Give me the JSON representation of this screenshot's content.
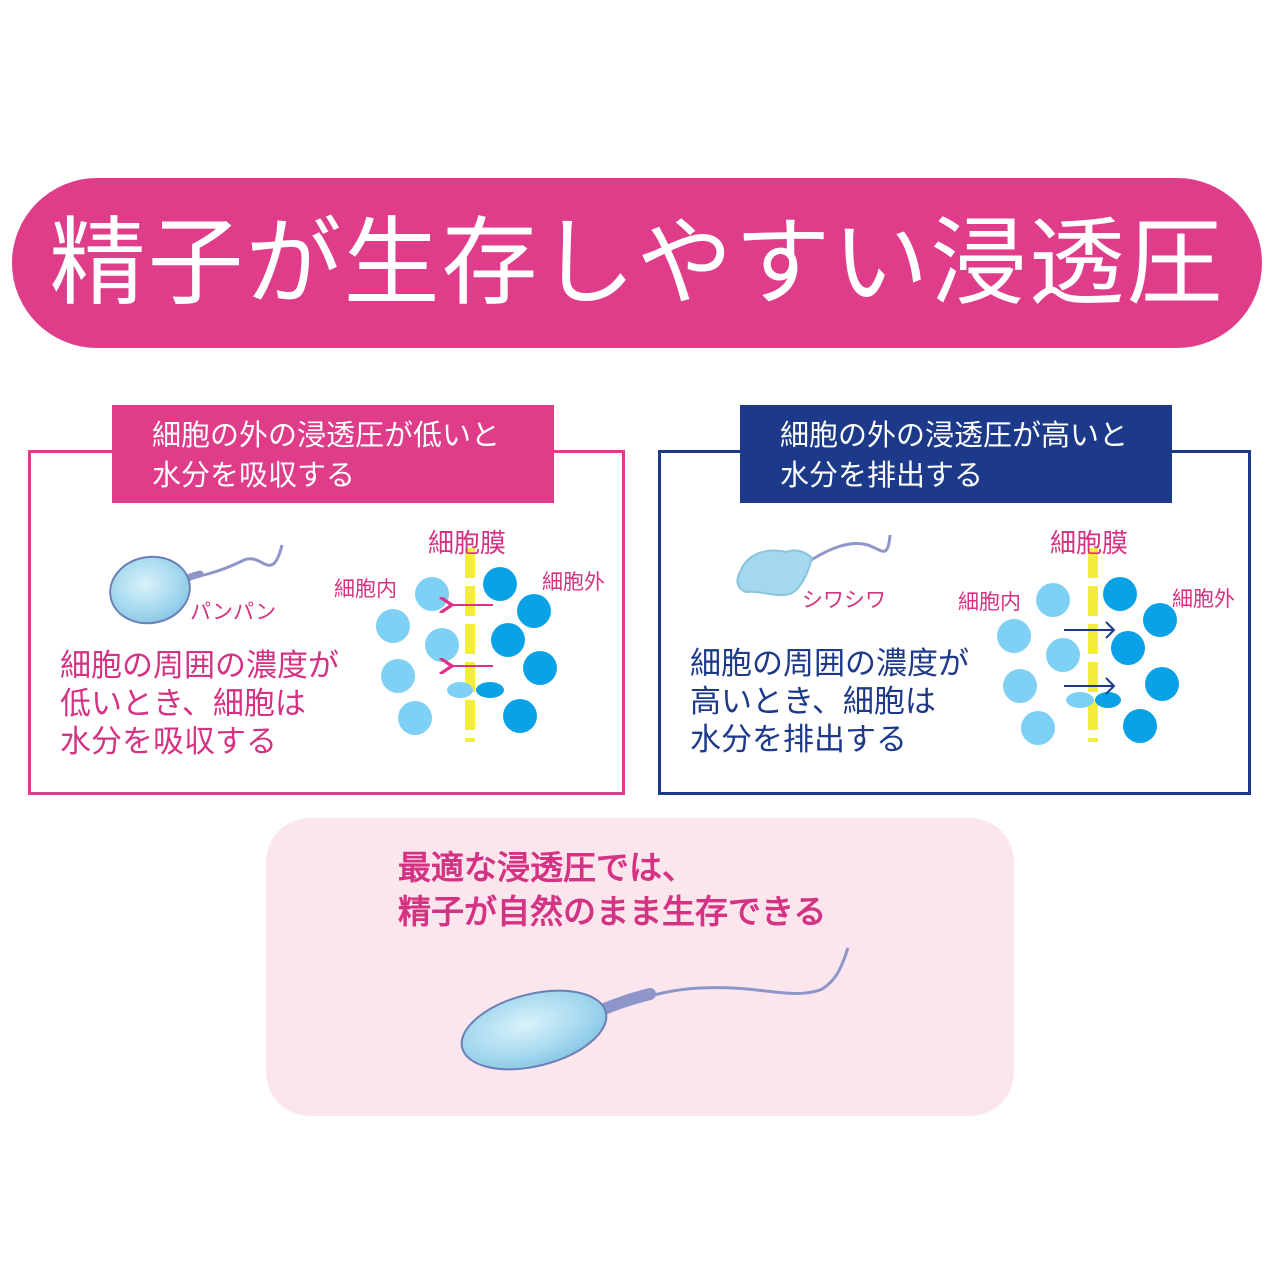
{
  "title": "精子が生存しやすい浸透圧",
  "left_panel": {
    "header_line1": "細胞の外の浸透圧が低いと",
    "header_line2": "水分を吸収する",
    "membrane_label": "細胞膜",
    "inside_label": "細胞内",
    "outside_label": "細胞外",
    "sperm_label": "パンパン",
    "body_line1": "細胞の周囲の濃度が",
    "body_line2": "低いとき、細胞は",
    "body_line3": "水分を吸収する"
  },
  "right_panel": {
    "header_line1": "細胞の外の浸透圧が高いと",
    "header_line2": "水分を排出する",
    "membrane_label": "細胞膜",
    "inside_label": "細胞内",
    "outside_label": "細胞外",
    "sperm_label": "シワシワ",
    "body_line1": "細胞の周囲の濃度が",
    "body_line2": "高いとき、細胞は",
    "body_line3": "水分を排出する"
  },
  "bottom": {
    "line1": "最適な浸透圧では、",
    "line2": "精子が自然のまま生存できる"
  },
  "colors": {
    "pink": "#df3d8a",
    "navy": "#1d3a8a",
    "light_blue": "#7fd0f5",
    "dark_blue": "#0aa2e6",
    "membrane_yellow": "#f2ee3a",
    "bottom_bg": "#fce6ee"
  }
}
